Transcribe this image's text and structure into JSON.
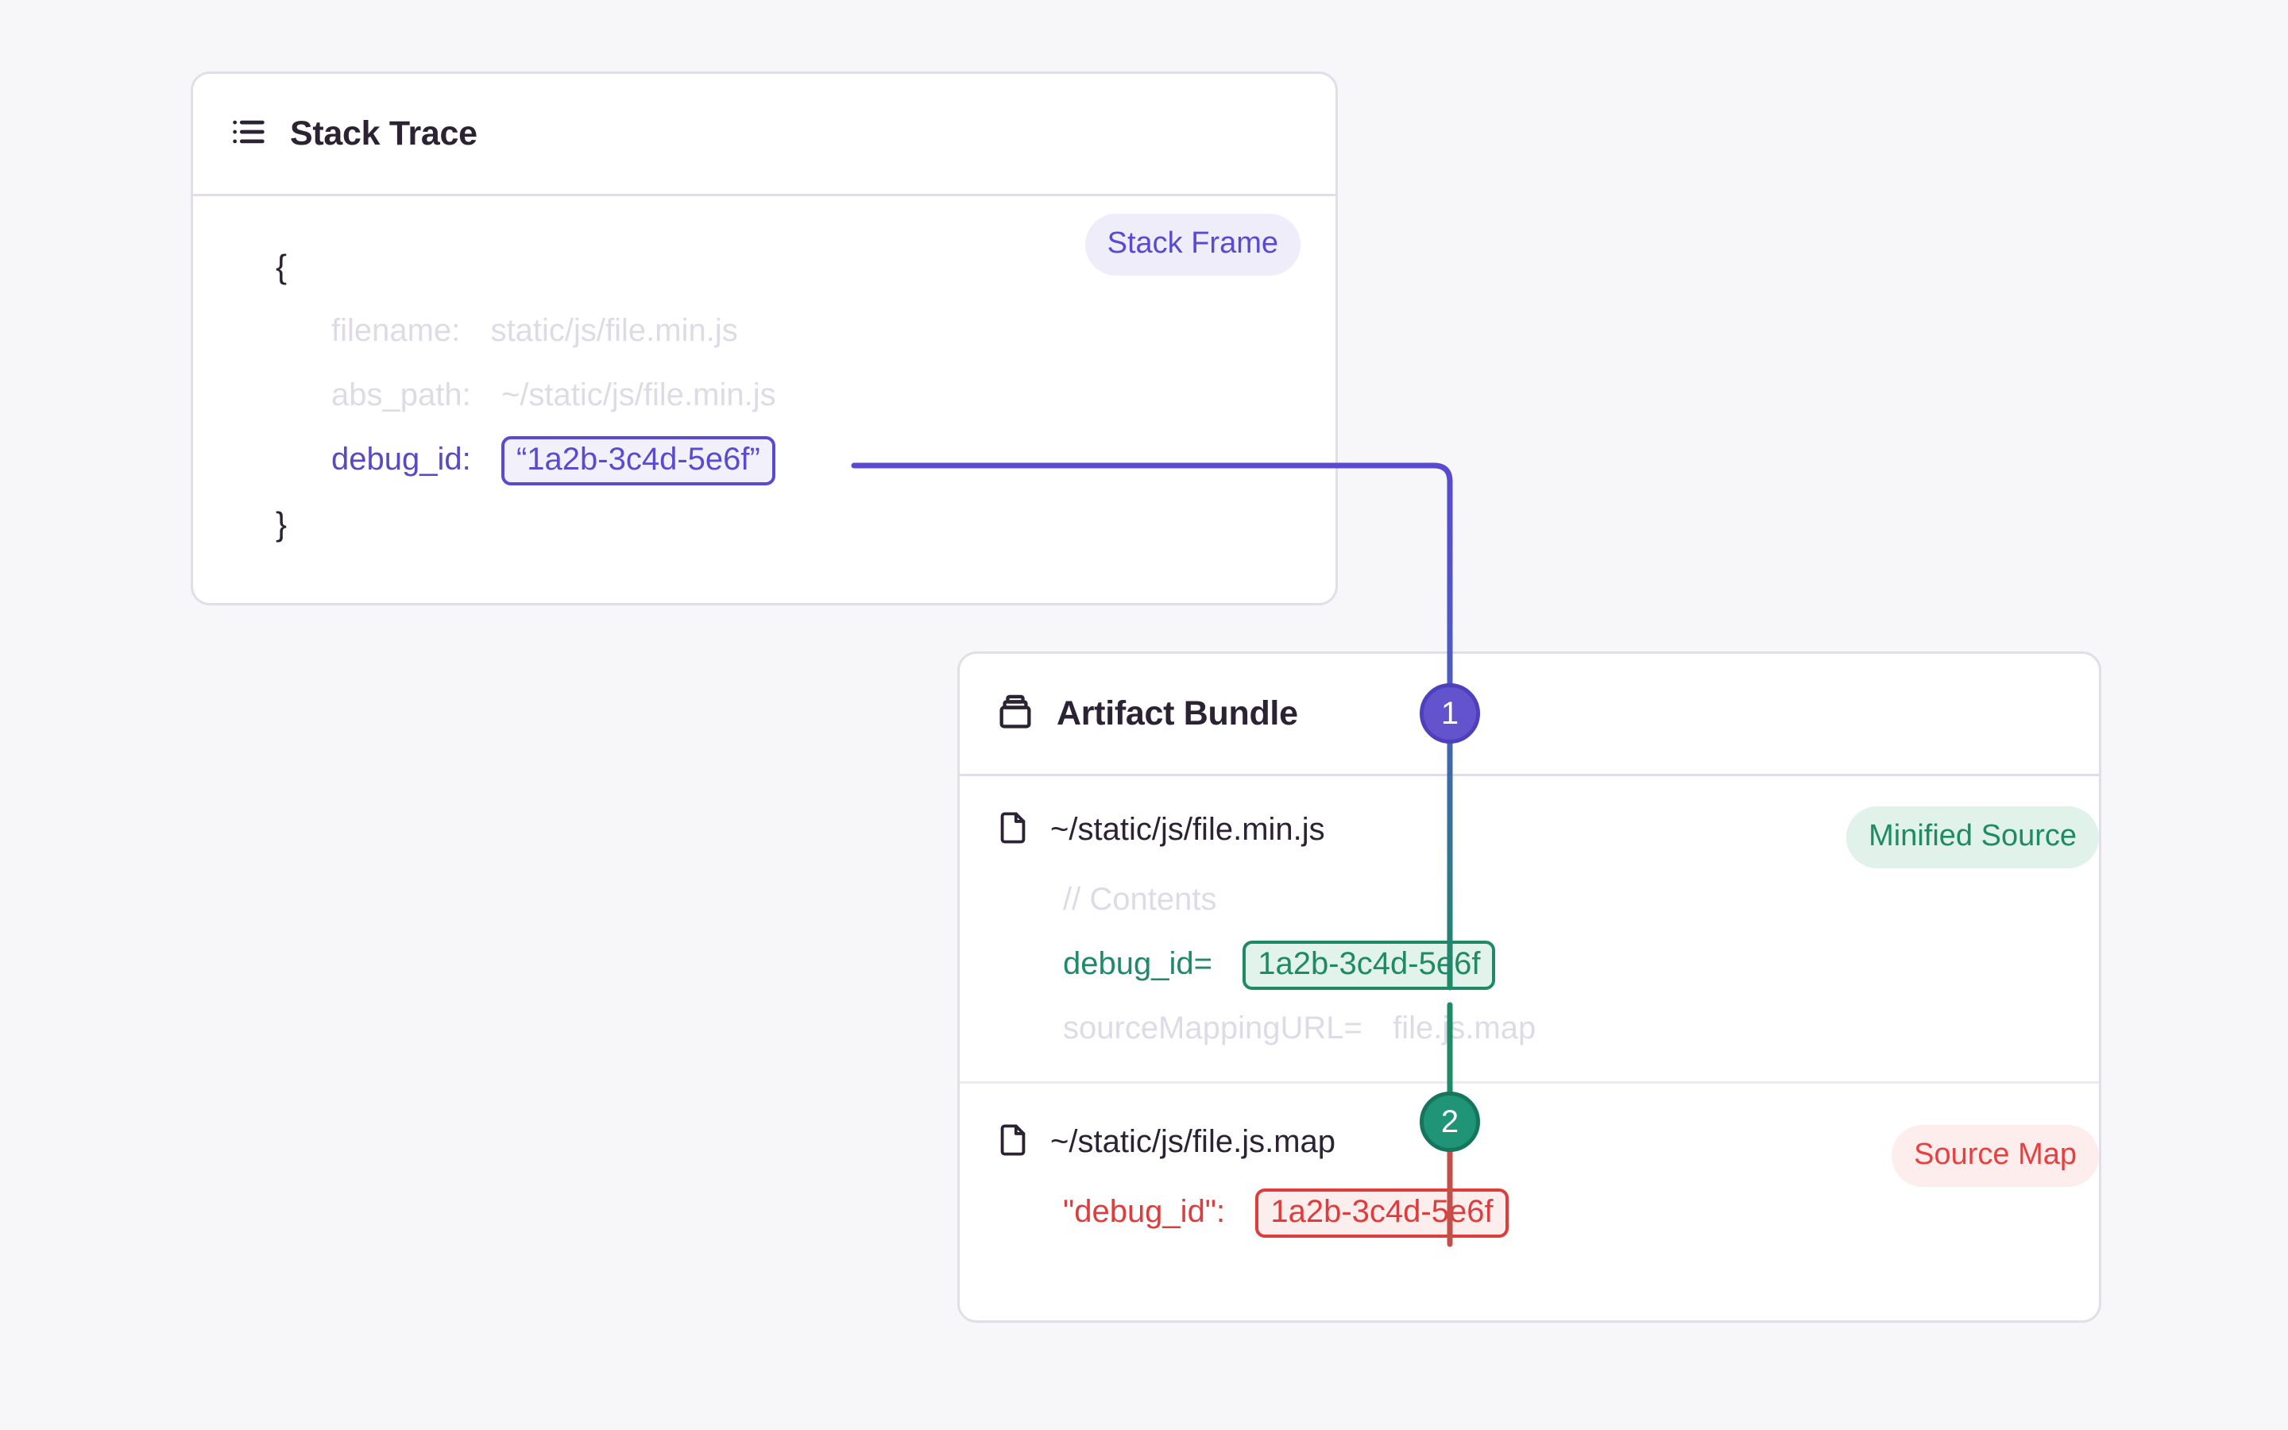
{
  "canvas": {
    "background_color": "#f7f7fa"
  },
  "colors": {
    "purple": "#5a4ad1",
    "purple_badge_bg": "#eeedf9",
    "green": "#1f8a66",
    "green_badge_bg": "#e0f2ea",
    "red": "#e03c3c",
    "red_badge_bg": "#fdeded",
    "muted": "#dedbe6",
    "text": "#2b2233",
    "card_border": "#e2dee8",
    "card_bg": "#ffffff"
  },
  "stack_trace_card": {
    "icon": "list-icon",
    "title": "Stack Trace",
    "badge": "Stack Frame",
    "open_brace": "{",
    "close_brace": "}",
    "fields": [
      {
        "key": "filename:",
        "value": "static/js/file.min.js",
        "style": "dim"
      },
      {
        "key": "abs_path:",
        "value": "~/static/js/file.min.js",
        "style": "dim"
      }
    ],
    "debug_id_key": "debug_id:",
    "debug_id_value": "“1a2b-3c4d-5e6f”"
  },
  "artifact_bundle_card": {
    "icon": "package-icon",
    "title": "Artifact Bundle",
    "files": [
      {
        "icon": "file-icon",
        "name": "~/static/js/file.min.js",
        "badge": "Minified Source",
        "lines": [
          {
            "text": "// Contents",
            "style": "dim"
          },
          {
            "key": "debug_id=",
            "value": "1a2b-3c4d-5e6f",
            "style": "green-chip"
          },
          {
            "key": "sourceMappingURL=",
            "value": "file.js.map",
            "style": "dim"
          }
        ]
      },
      {
        "icon": "file-icon",
        "name": "~/static/js/file.js.map",
        "badge": "Source Map",
        "lines": [
          {
            "key": "\"debug_id\":",
            "value": "1a2b-3c4d-5e6f",
            "style": "red-chip"
          }
        ]
      }
    ]
  },
  "connectors": {
    "step_1_label": "1",
    "step_2_label": "2",
    "step_1_color": "#6354cd",
    "step_2_color": "#1f9476",
    "link_a_from": "stack_trace.debug_id",
    "link_a_to": "minified_source.debug_id",
    "link_b_from": "minified_source.debug_id",
    "link_b_to": "source_map.debug_id"
  }
}
